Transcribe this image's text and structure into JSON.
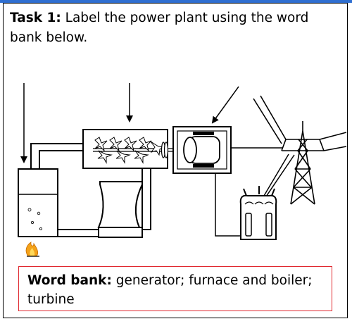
{
  "task": {
    "label": "Task 1:",
    "instruction": "Label the power plant using the word bank below."
  },
  "word_bank": {
    "label": "Word bank:",
    "words": "generator; furnace and boiler; turbine"
  },
  "colors": {
    "accent_bar": "#2f6fd1",
    "word_bank_border": "#e0282f",
    "flame_outer": "#f4a21a",
    "flame_inner": "#ffd95a"
  }
}
